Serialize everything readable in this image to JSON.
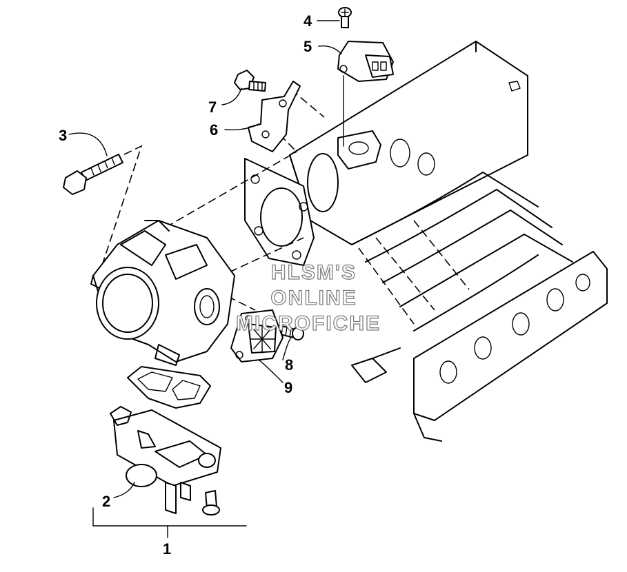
{
  "callouts": [
    {
      "id": "1",
      "label": "1"
    },
    {
      "id": "2",
      "label": "2"
    },
    {
      "id": "3",
      "label": "3"
    },
    {
      "id": "4",
      "label": "4"
    },
    {
      "id": "5",
      "label": "5"
    },
    {
      "id": "6",
      "label": "6"
    },
    {
      "id": "7",
      "label": "7"
    },
    {
      "id": "8",
      "label": "8"
    },
    {
      "id": "9",
      "label": "9"
    }
  ],
  "watermark": {
    "line1": "HLSM'S",
    "line2": "ONLINE",
    "line3": "MICROFICHE"
  }
}
